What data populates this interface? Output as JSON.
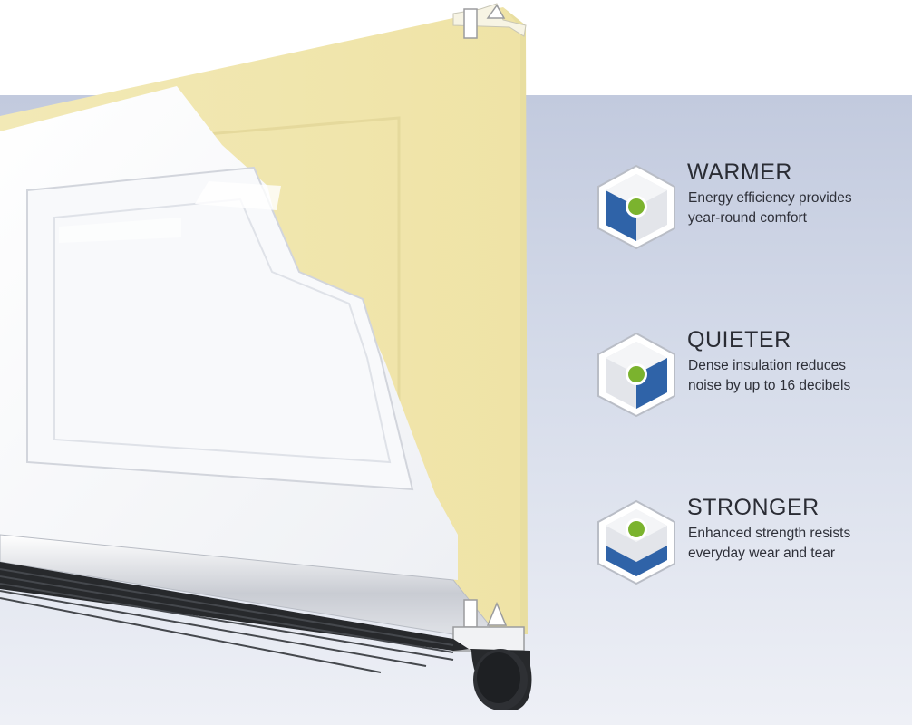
{
  "features": [
    {
      "title": "WARMER",
      "description": "Energy efficiency provides year-round comfort",
      "icon": "insulated-cube-left-face-icon"
    },
    {
      "title": "QUIETER",
      "description": "Dense insulation reduces noise by up to 16 decibels",
      "icon": "insulated-cube-right-face-icon"
    },
    {
      "title": "STRONGER",
      "description": "Enhanced strength resists everyday wear and tear",
      "icon": "insulated-cube-bottom-face-icon"
    }
  ],
  "colors": {
    "accent_blue": "#2f63a8",
    "insulation_yellow": "#f1e7b2",
    "green_core": "#7bb32e",
    "seal_black": "#27292c"
  }
}
